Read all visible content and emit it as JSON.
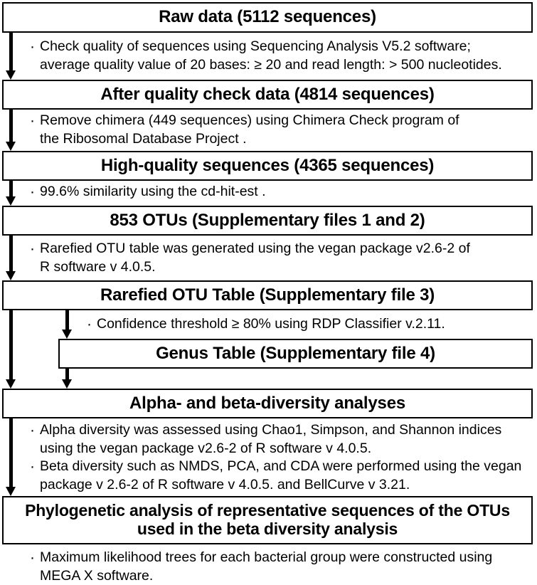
{
  "diagram": {
    "title": "Bioinformatics sequence-analysis workflow flowchart",
    "colors": {
      "background": "#ffffff",
      "stroke": "#000000",
      "text": "#000000"
    },
    "nodes": [
      {
        "id": "raw-data",
        "label": "Raw data (5112 sequences)"
      },
      {
        "id": "after-qc",
        "label": "After quality check data (4814 sequences)"
      },
      {
        "id": "high-quality",
        "label": "High-quality sequences (4365 sequences)"
      },
      {
        "id": "otus",
        "label": "853 OTUs (Supplementary files 1 and 2)"
      },
      {
        "id": "rarefied-table",
        "label": "Rarefied OTU Table (Supplementary file 3)"
      },
      {
        "id": "genus-table",
        "label": "Genus Table (Supplementary file 4)"
      },
      {
        "id": "alpha-beta",
        "label": "Alpha- and beta-diversity analyses"
      },
      {
        "id": "phylogenetic",
        "line1": "Phylogenetic analysis of representative sequences of the OTUs",
        "line2": "used in the beta diversity analysis"
      }
    ],
    "annotations": {
      "quality_check": {
        "line1": "Check quality of sequences using Sequencing Analysis V5.2 software;",
        "line2": "average quality value of 20 bases: ≥ 20 and read length: > 500 nucleotides."
      },
      "chimera": {
        "line1": "Remove chimera (449 sequences) using Chimera Check program of",
        "line2": "the Ribosomal Database Project ."
      },
      "similarity": {
        "line1": "99.6% similarity using the cd-hit-est ."
      },
      "rarefaction": {
        "line1": "Rarefied OTU table was generated using the vegan package v2.6-2 of",
        "line2": "R software v 4.0.5."
      },
      "confidence": {
        "line1": "Confidence threshold ≥ 80% using RDP Classifier v.2.11."
      },
      "diversity": {
        "line1": "Alpha diversity was assessed using Chao1, Simpson, and Shannon indices",
        "line2": "using the vegan package v2.6-2 of R software v 4.0.5.",
        "line3": "Beta diversity such as NMDS, PCA, and CDA were performed using the vegan",
        "line4": "package v 2.6-2 of R software v 4.0.5. and BellCurve v 3.21."
      },
      "mega": {
        "line1": "Maximum likelihood trees for each bacterial group were constructed using",
        "line2": "MEGA X software."
      }
    },
    "edges": [
      {
        "id": "raw-to-afterqc",
        "from": "raw-data",
        "to": "after-qc"
      },
      {
        "id": "afterqc-to-highquality",
        "from": "after-qc",
        "to": "high-quality"
      },
      {
        "id": "highquality-to-otus",
        "from": "high-quality",
        "to": "otus"
      },
      {
        "id": "otus-to-rarefied",
        "from": "otus",
        "to": "rarefied-table"
      },
      {
        "id": "rarefied-to-alphabeta",
        "from": "rarefied-table",
        "to": "alpha-beta"
      },
      {
        "id": "rarefied-to-genus",
        "from": "rarefied-table",
        "to": "genus-table"
      },
      {
        "id": "genus-to-alphabeta",
        "from": "genus-table",
        "to": "alpha-beta"
      },
      {
        "id": "alphabeta-to-phylo",
        "from": "alpha-beta",
        "to": "phylogenetic"
      }
    ]
  }
}
